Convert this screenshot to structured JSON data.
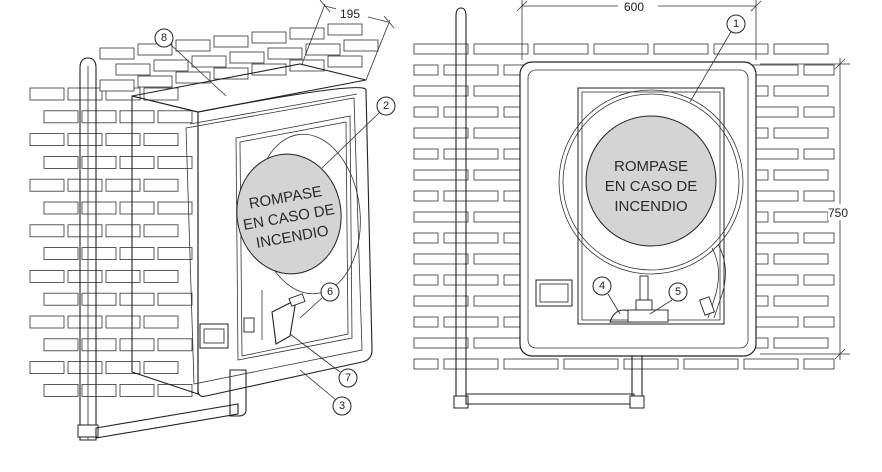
{
  "glass_label": [
    "ROMPASE",
    "EN CASO DE",
    "INCENDIO"
  ],
  "dimensions": {
    "depth": "195",
    "width": "600",
    "height": "750"
  },
  "callouts": {
    "c1": "1",
    "c2": "2",
    "c3": "3",
    "c4": "4",
    "c5": "5",
    "c6": "6",
    "c7": "7",
    "c8": "8"
  }
}
